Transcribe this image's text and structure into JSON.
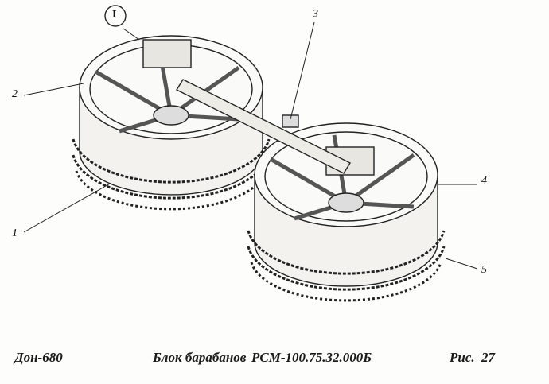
{
  "callouts": {
    "c_I": "I",
    "c1": "1",
    "c2": "2",
    "c3": "3",
    "c4": "4",
    "c5": "5"
  },
  "caption": {
    "machine": "Дон-680",
    "title": "Блок барабанов",
    "part_number": "РСМ-100.75.32.000Б",
    "figure_label": "Рис.",
    "figure_number": "27"
  }
}
